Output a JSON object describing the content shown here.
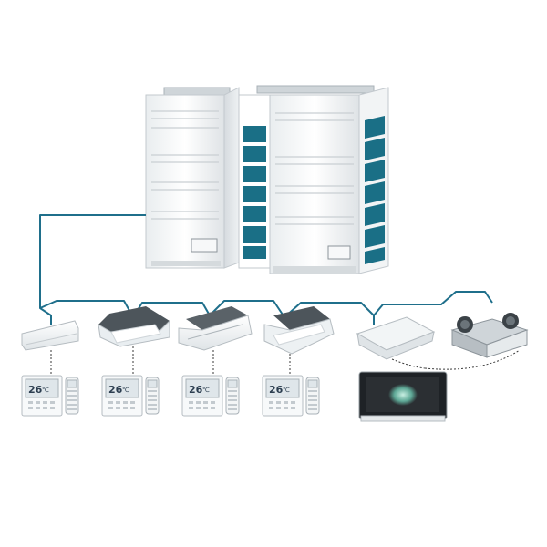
{
  "colors": {
    "pipe": "#1f6f8b",
    "pipe_dashed": "#3a3a3a",
    "unit_body": "#f4f6f7",
    "unit_edge": "#c9ced2",
    "coil": "#1a6f86",
    "lcd_bg": "#dfe6ea",
    "lcd_text": "#2c3e50",
    "touch_screen": "#2b2f33",
    "touch_glow": "#9fd6c4"
  },
  "outdoor_units": [
    {
      "name": "outdoor-unit-left"
    },
    {
      "name": "outdoor-unit-right"
    }
  ],
  "indoor_units": [
    {
      "type": "wall-mounted"
    },
    {
      "type": "four-way-cassette"
    },
    {
      "type": "one-way-cassette"
    },
    {
      "type": "compact-cassette"
    },
    {
      "type": "ceiling-floor"
    },
    {
      "type": "duct-fresh-air"
    }
  ],
  "wired_controllers": [
    {
      "display": "26",
      "unit": "℃"
    },
    {
      "display": "26",
      "unit": "℃"
    },
    {
      "display": "26",
      "unit": "℃"
    },
    {
      "display": "26",
      "unit": "℃"
    }
  ],
  "central_controller": {
    "type": "touch-screen"
  }
}
